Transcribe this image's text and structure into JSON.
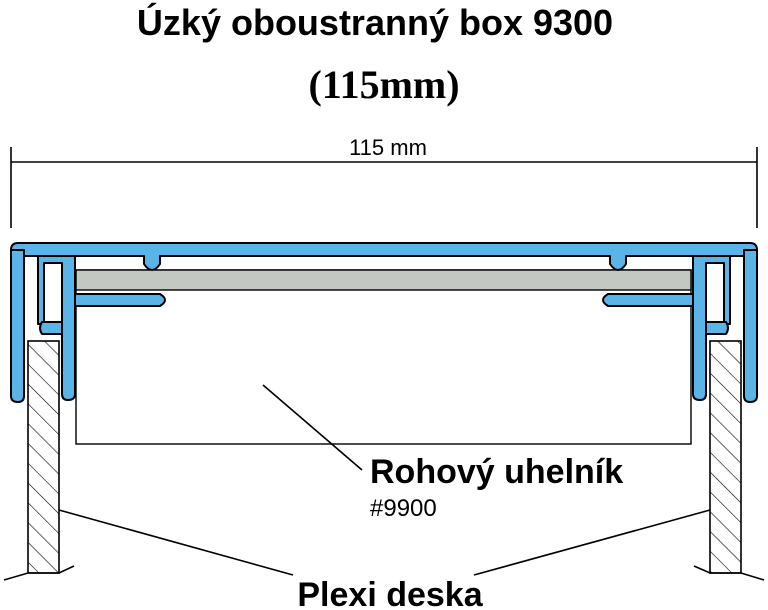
{
  "title": "Úzký oboustranný box 9300",
  "subtitle": "(115mm)",
  "dimension": {
    "label": "115 mm"
  },
  "labels": {
    "corner_piece": "Rohový uhelník",
    "corner_code": "#9900",
    "plexi": "Plexi deska"
  },
  "colors": {
    "profile": "#5ab4e8",
    "insert": "#c3c8c3",
    "outline": "#000000"
  }
}
